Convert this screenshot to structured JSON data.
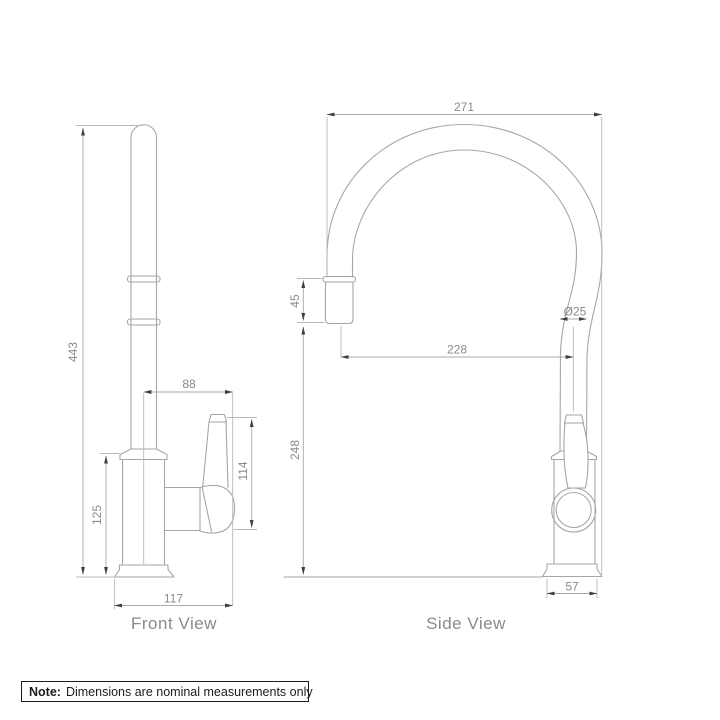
{
  "document": {
    "type": "technical-dimension-drawing",
    "subject": "kitchen mixer tap",
    "background_color": "#ffffff"
  },
  "colors": {
    "object_line": "#a6a6a6",
    "extension_line": "#b9b9b9",
    "dimension_line": "#a9a9a9",
    "arrow": "#3f3f3f",
    "dimension_text": "#8a8a8a",
    "view_label_text": "#8a8a8a",
    "note_text": "#1c1c1c",
    "note_border": "#1c1c1c"
  },
  "front_view": {
    "label": "Front View",
    "dimensions": {
      "overall_height": "443",
      "body_height": "125",
      "spout_to_handle": "88",
      "handle_height": "114",
      "base_width": "117"
    }
  },
  "side_view": {
    "label": "Side View",
    "dimensions": {
      "spout_reach": "271",
      "outlet_length": "45",
      "spout_diameter": "Ø25",
      "outlet_to_center": "228",
      "outlet_height": "248",
      "base_depth": "57"
    }
  },
  "note": {
    "prefix": "Note:",
    "body": "Dimensions are nominal measurements only"
  }
}
